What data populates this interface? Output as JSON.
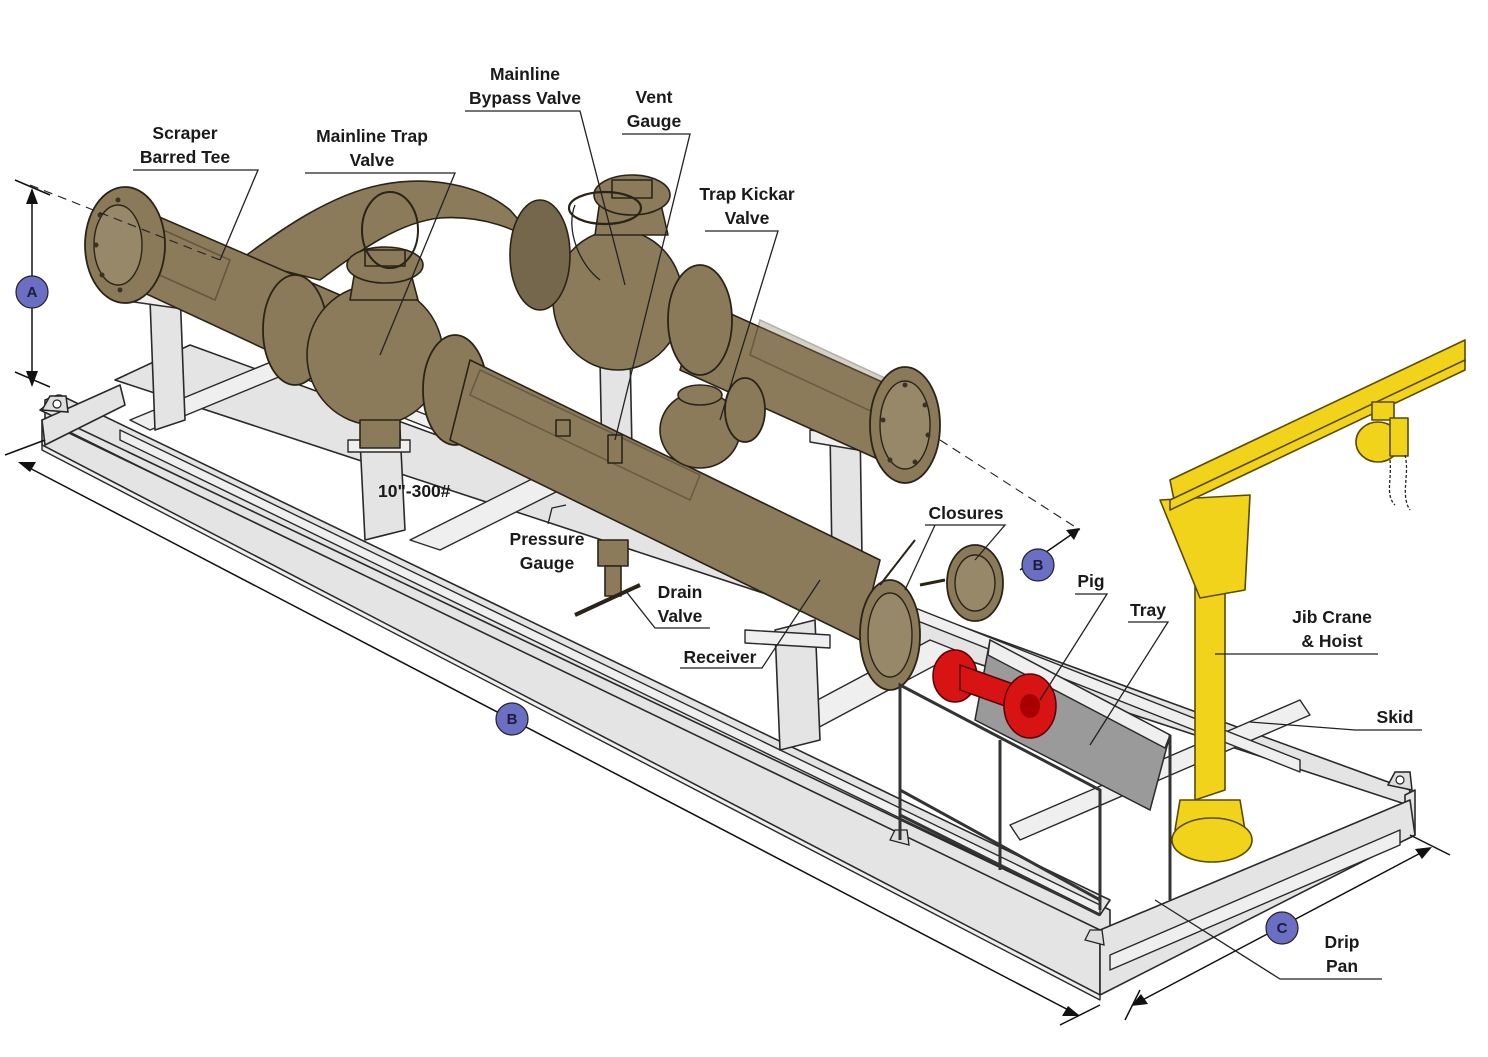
{
  "labels": {
    "scraper_barred_tee": [
      "Scraper",
      "Barred Tee"
    ],
    "mainline_trap_valve": [
      "Mainline Trap",
      "Valve"
    ],
    "mainline_bypass_valve": [
      "Mainline",
      "Bypass Valve"
    ],
    "vent_gauge": [
      "Vent",
      "Gauge"
    ],
    "trap_kickar_valve": [
      "Trap Kickar",
      "Valve"
    ],
    "pipe_size": "10\"-300#",
    "pressure_gauge": [
      "Pressure",
      "Gauge"
    ],
    "drain_valve": [
      "Drain",
      "Valve"
    ],
    "closures": "Closures",
    "pig": "Pig",
    "tray": "Tray",
    "receiver": "Receiver",
    "jib_crane_hoist": [
      "Jib Crane",
      "& Hoist"
    ],
    "skid": "Skid",
    "drip_pan": [
      "Drip",
      "Pan"
    ]
  },
  "dimensions": {
    "a": "A",
    "b_length": "B",
    "b_closure": "B",
    "c": "C"
  },
  "colors": {
    "pipe": "#8b7b5b",
    "pig": "#d71313",
    "crane": "#f2d31b",
    "skid": "#e4e4e4",
    "dimension_badge": "#6a6fc4"
  }
}
